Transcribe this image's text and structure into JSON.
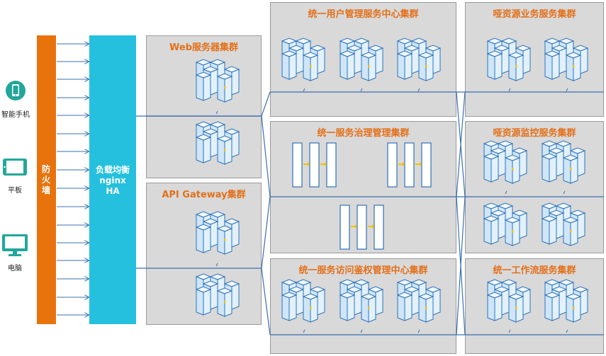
{
  "devices": [
    {
      "label": "智能手机",
      "icon": "smartphone-icon"
    },
    {
      "label": "平板",
      "icon": "tablet-icon"
    },
    {
      "label": "电脑",
      "icon": "desktop-monitor-icon"
    }
  ],
  "firewall": {
    "label": "防火墙",
    "color": "#e8730d"
  },
  "load_balancer": {
    "line1": "负载均衡",
    "line2": "nginx",
    "line3": "HA",
    "color": "#24c0de"
  },
  "clusters": {
    "web": "Web服务器集群",
    "api_gateway": "API Gateway集群",
    "user_mgmt": "统一用户管理服务中心集群",
    "service_gov": "统一服务治理管理集群",
    "access_auth": "统一服务访问鉴权管理中心集群",
    "biz": "哑资源业务服务集群",
    "monitor": "哑资源监控服务集群",
    "workflow": "统一工作流服务集群"
  },
  "colors": {
    "title": "#e3701a",
    "line": "#3a6fb0",
    "panel": "#d9d9d9",
    "server": "#d9ecfa"
  }
}
